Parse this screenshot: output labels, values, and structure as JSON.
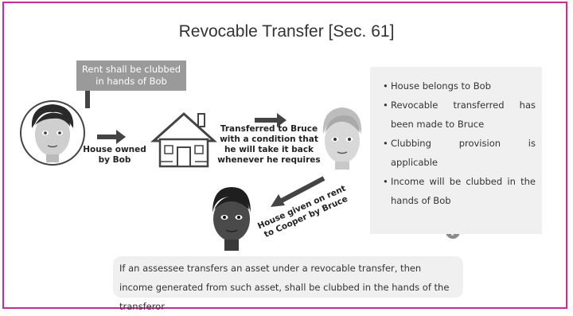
{
  "title": "Revocable Transfer [Sec. 61]",
  "note_top": "Rent shall be clubbed in hands of Bob",
  "label_house_owned": "House owned by Bob",
  "label_transferred": "Transferred to Bruce with a condition that he will take it back whenever he requires",
  "label_rent": "House given on rent to Cooper by Bruce",
  "info_points": [
    "House belongs to Bob",
    "Revocable transferred has been made to Bruce",
    "Clubbing provision is applicable",
    "Income will be clubbed in the hands of Bob"
  ],
  "bottom_note": "If an assessee transfers an asset under a revocable transfer, then income generated from such asset, shall be clubbed in the hands of the transferor",
  "icons": [
    "bob-avatar",
    "house-icon",
    "bruce-avatar",
    "cooper-avatar",
    "info-icon",
    "arrow-icon"
  ],
  "colors": {
    "border": "#e0219a",
    "note_bg": "#9a9a9a",
    "panel_bg": "#f0f0f0"
  }
}
